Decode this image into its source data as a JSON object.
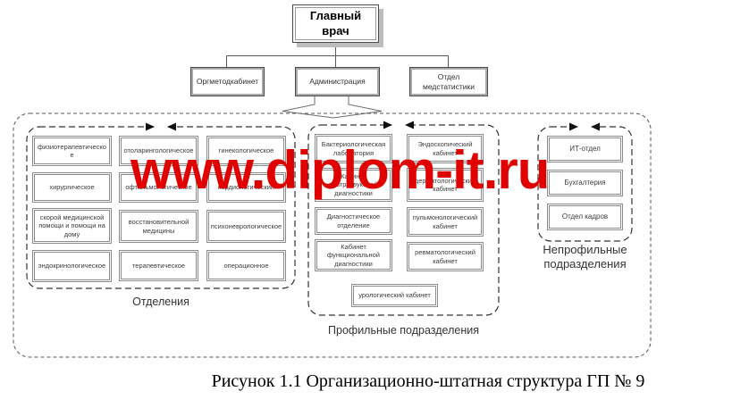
{
  "watermark": {
    "text": "www.diplom-it.ru",
    "color": "#e00000"
  },
  "caption": "Рисунок 1.1 Организационно-штатная структура ГП № 9",
  "org": {
    "root": "Главный врач",
    "level2": [
      "Оргметодкабинет",
      "Администрация",
      "Отдел медстатистики"
    ],
    "groups": [
      {
        "label": "Отделения",
        "items": [
          "физиотерапевтическое",
          "хирургическое",
          "скорой медицинской помощи и помощи на дому",
          "эндокринологическое",
          "отоларингологическое",
          "офтальмологическое",
          "восстановительной медицины",
          "терапевтическое",
          "гинекологическое",
          "кардиологический",
          "психоневрологическое",
          "операционное"
        ]
      },
      {
        "label": "Профильные подразделения",
        "items": [
          "Бактериологическая лаборатория",
          "Кабинет ультразвуковой диагностики",
          "Диагностическое отделение",
          "Кабинет функциональной диагностики",
          "Эндоскопический кабинет",
          "дерматологический кабинет",
          "пульмонологический кабинет",
          "ревматологический кабинет",
          "урологический кабинет"
        ]
      },
      {
        "label": "Непрофильные подразделения",
        "items": [
          "ИТ-отдел",
          "Бухгалтерия",
          "Отдел кадров"
        ]
      }
    ]
  }
}
